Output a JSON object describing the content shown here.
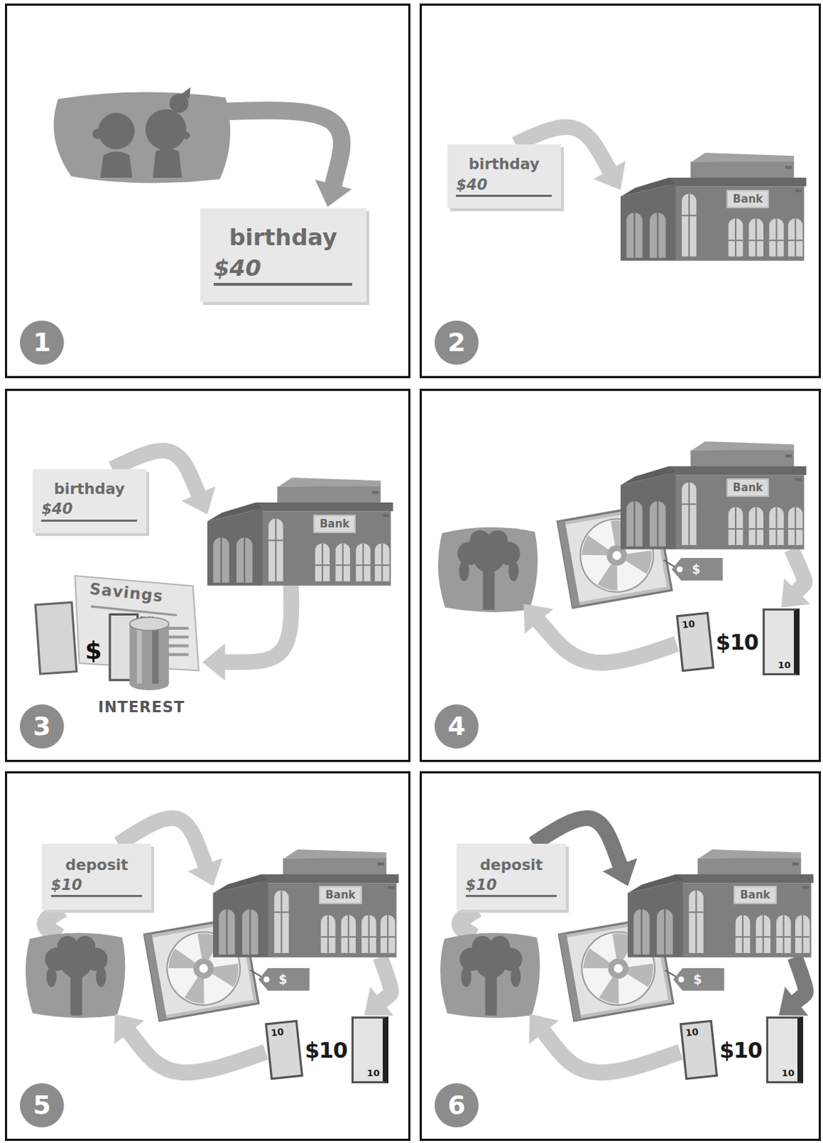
{
  "diagram": {
    "nodes": [
      {
        "text": [
          "1"
        ]
      },
      {
        "text": [
          "birthday",
          "$40"
        ],
        "in": 0
      },
      {
        "text": [
          "2"
        ]
      },
      {
        "text": [
          "birthday",
          "$40"
        ],
        "in": 2
      },
      {
        "text": [
          "Bank"
        ],
        "in": 2
      },
      {
        "text": [
          "3"
        ]
      },
      {
        "text": [
          "birthday",
          "$40"
        ],
        "in": 5
      },
      {
        "text": [
          "Bank"
        ],
        "in": 5
      },
      {
        "text": [
          "Savings",
          "$",
          "INTEREST"
        ],
        "in": 5
      },
      {
        "text": [
          "4"
        ]
      },
      {
        "text": [
          "Bank"
        ],
        "in": 9
      },
      {
        "text": [
          "$"
        ],
        "in": 9
      },
      {
        "text": [
          "10",
          "$10",
          "10"
        ],
        "in": 9
      },
      {
        "text": [
          "5"
        ]
      },
      {
        "text": [
          "deposit",
          "$10"
        ],
        "in": 13
      },
      {
        "text": [
          "Bank"
        ],
        "in": 13
      },
      {
        "text": [
          "$"
        ],
        "in": 13
      },
      {
        "text": [
          "10",
          "$10",
          "10"
        ],
        "in": 13
      },
      {
        "text": [
          "6"
        ]
      },
      {
        "text": [
          "deposit",
          "$10"
        ],
        "in": 18
      },
      {
        "text": [
          "Bank"
        ],
        "in": 18
      },
      {
        "text": [
          "$"
        ],
        "in": 18
      },
      {
        "text": [
          "10",
          "$10",
          "10"
        ],
        "in": 18
      }
    ],
    "edges": [
      {
        "from": 3,
        "to": 4,
        "arrow": "to"
      },
      {
        "from": 6,
        "to": 7,
        "arrow": "to"
      },
      {
        "from": 7,
        "to": 8,
        "arrow": "to"
      },
      {
        "from": 10,
        "to": 12,
        "arrow": "to"
      },
      {
        "from": 14,
        "to": 15,
        "arrow": "to"
      },
      {
        "from": 15,
        "to": 17,
        "arrow": "to"
      },
      {
        "from": 19,
        "to": 20,
        "arrow": "to"
      },
      {
        "from": 20,
        "to": 22,
        "arrow": "to"
      }
    ]
  }
}
